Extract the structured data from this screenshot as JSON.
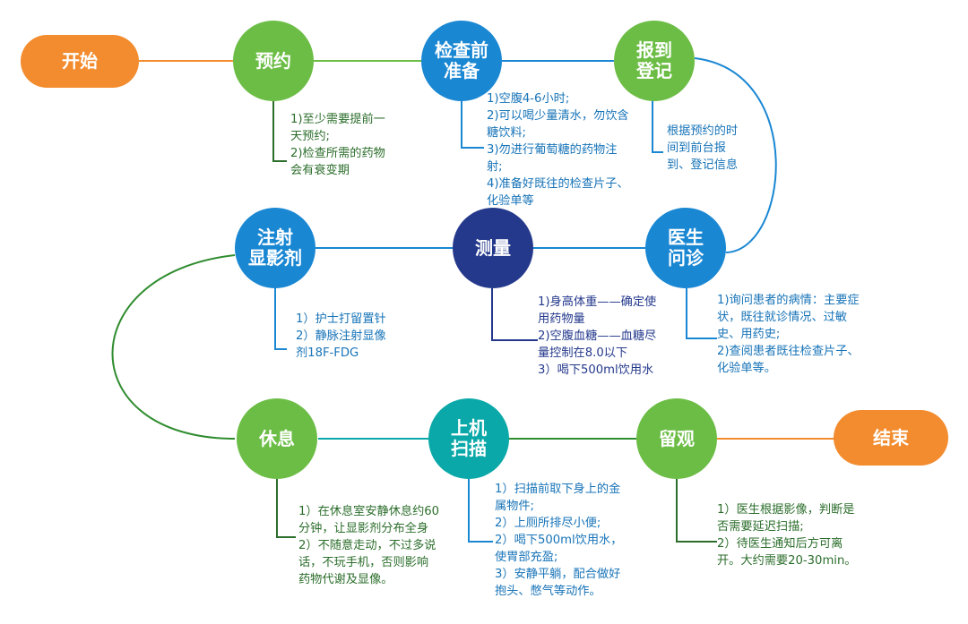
{
  "colors": {
    "green": "#6cbd45",
    "blue": "#1a87d3",
    "navy": "#24398c",
    "teal": "#0aa8a8",
    "orange": "#f28c2e"
  },
  "nodes": {
    "start": "开始",
    "appointment": [
      "预约"
    ],
    "pre_exam": [
      "检查前",
      "准备"
    ],
    "register": [
      "报到",
      "登记"
    ],
    "consult": [
      "医生",
      "问诊"
    ],
    "measure": [
      "测量"
    ],
    "inject": [
      "注射",
      "显影剂"
    ],
    "rest": [
      "休息"
    ],
    "scan": [
      "上机",
      "扫描"
    ],
    "observe": [
      "留观"
    ],
    "end": "结束"
  },
  "notes": {
    "appointment": "1)至少需要提前一\n天预约;\n2)检查所需的药物\n会有衰变期",
    "pre_exam": "1)空腹4-6小时;\n2)可以喝少量清水，勿饮含\n糖饮料;\n3)勿进行葡萄糖的药物注\n射;\n4)准备好既往的检查片子、\n化验单等",
    "register": "根据预约的时\n间到前台报\n到、登记信息",
    "consult": "1)询问患者的病情：主要症\n状，既往就诊情况、过敏\n史、用药史;\n2)查阅患者既往检查片子、\n化验单等。",
    "measure": "1)身高体重——确定使\n用药物量\n2)空腹血糖——血糖尽\n量控制在8.0以下\n3）喝下500ml饮用水",
    "inject": "1）护士打留置针\n2）静脉注射显像\n剂18F-FDG",
    "rest": "1）在休息室安静休息约60\n分钟，让显影剂分布全身\n2）不随意走动，不过多说\n话，不玩手机，否则影响\n药物代谢及显像。",
    "scan": "1）扫描前取下身上的金\n属物件;\n2）上厕所排尽小便;\n2）喝下500ml饮用水，\n使胃部充盈;\n3）安静平躺，配合做好\n抱头、憋气等动作。",
    "observe": "1）医生根据影像，判断是\n否需要延迟扫描;\n2）待医生通知后方可离\n开。大约需要20-30min。"
  }
}
